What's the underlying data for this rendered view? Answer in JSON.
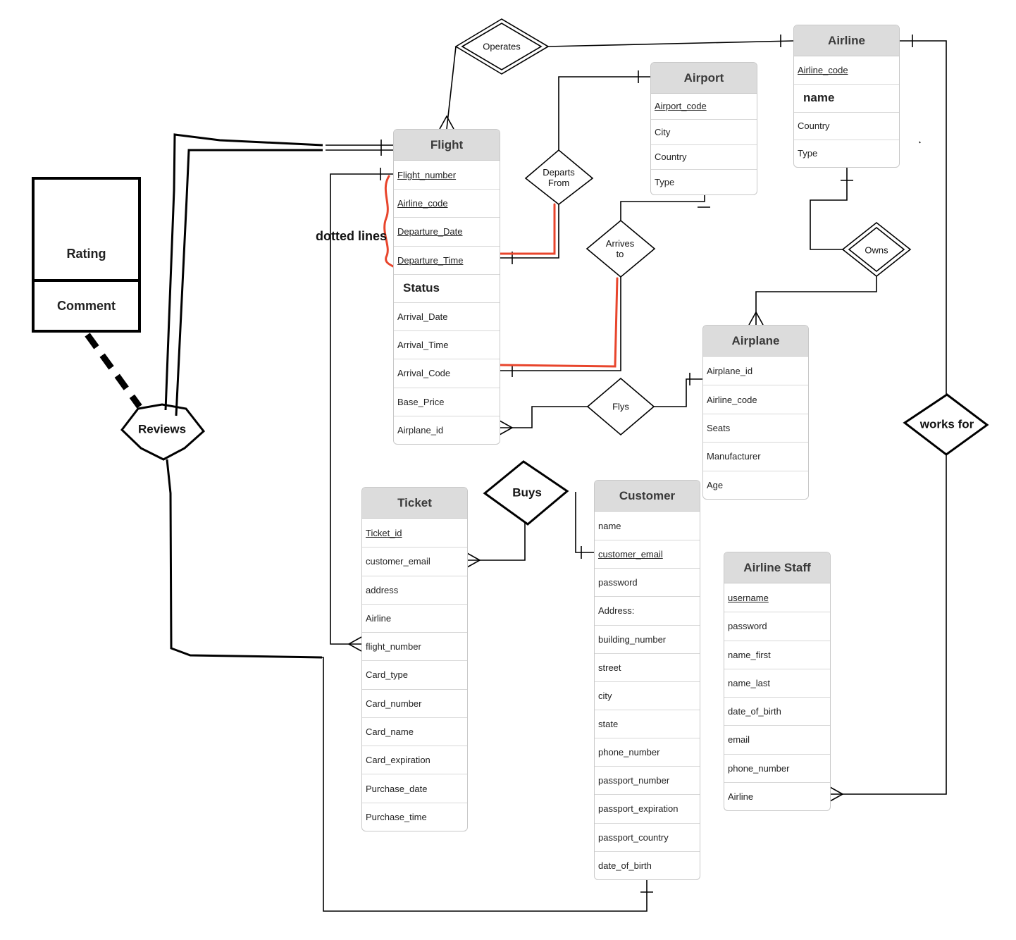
{
  "entities": {
    "flight": {
      "title": "Flight",
      "attributes": [
        {
          "text": "Flight_number",
          "key": true
        },
        {
          "text": "Airline_code",
          "key": true
        },
        {
          "text": "Departure_Date",
          "key": true
        },
        {
          "text": "Departure_Time",
          "key": true
        },
        {
          "text": "Status",
          "bold": true
        },
        {
          "text": "Arrival_Date"
        },
        {
          "text": "Arrival_Time"
        },
        {
          "text": "Arrival_Code"
        },
        {
          "text": "Base_Price"
        },
        {
          "text": "Airplane_id"
        }
      ]
    },
    "airport": {
      "title": "Airport",
      "attributes": [
        {
          "text": "Airport_code",
          "key": true
        },
        {
          "text": "City"
        },
        {
          "text": "Country"
        },
        {
          "text": "Type"
        }
      ]
    },
    "airline": {
      "title": "Airline",
      "attributes": [
        {
          "text": "Airline_code",
          "key": true
        },
        {
          "text": "name",
          "bold": true
        },
        {
          "text": "Country"
        },
        {
          "text": "Type"
        }
      ]
    },
    "airplane": {
      "title": "Airplane",
      "attributes": [
        {
          "text": "Airplane_id"
        },
        {
          "text": "Airline_code"
        },
        {
          "text": "Seats"
        },
        {
          "text": "Manufacturer"
        },
        {
          "text": "Age"
        }
      ]
    },
    "ticket": {
      "title": "Ticket",
      "attributes": [
        {
          "text": "Ticket_id",
          "key": true
        },
        {
          "text": "customer_email"
        },
        {
          "text": "address"
        },
        {
          "text": "Airline"
        },
        {
          "text": "flight_number"
        },
        {
          "text": "Card_type"
        },
        {
          "text": "Card_number"
        },
        {
          "text": "Card_name"
        },
        {
          "text": "Card_expiration"
        },
        {
          "text": "Purchase_date"
        },
        {
          "text": "Purchase_time"
        }
      ]
    },
    "customer": {
      "title": "Customer",
      "attributes": [
        {
          "text": "name"
        },
        {
          "text": "customer_email",
          "key": true
        },
        {
          "text": "password"
        },
        {
          "text": "Address:"
        },
        {
          "text": "building_number"
        },
        {
          "text": "street"
        },
        {
          "text": "city"
        },
        {
          "text": "state"
        },
        {
          "text": "phone_number"
        },
        {
          "text": "passport_number"
        },
        {
          "text": "passport_expiration"
        },
        {
          "text": "passport_country"
        },
        {
          "text": "date_of_birth"
        }
      ]
    },
    "airline_staff": {
      "title": "Airline Staff",
      "attributes": [
        {
          "text": "username",
          "key": true
        },
        {
          "text": "password"
        },
        {
          "text": "name_first"
        },
        {
          "text": "name_last"
        },
        {
          "text": "date_of_birth"
        },
        {
          "text": "email"
        },
        {
          "text": "phone_number"
        },
        {
          "text": "Airline"
        }
      ]
    }
  },
  "relationships": {
    "operates": "Operates",
    "departs_from": [
      "Departs",
      "From"
    ],
    "arrives_to": [
      "Arrives",
      "to"
    ],
    "owns": "Owns",
    "flys": "Flys",
    "buys": "Buys",
    "reviews": "Reviews",
    "works_for": "works for"
  },
  "review_box": {
    "top": "Rating",
    "bottom": "Comment"
  },
  "annotation": "dotted lines",
  "colors": {
    "ink": "#000000",
    "annotation_red": "#e8452c",
    "header": "#dcdcdc",
    "border": "#c8c8c8"
  }
}
